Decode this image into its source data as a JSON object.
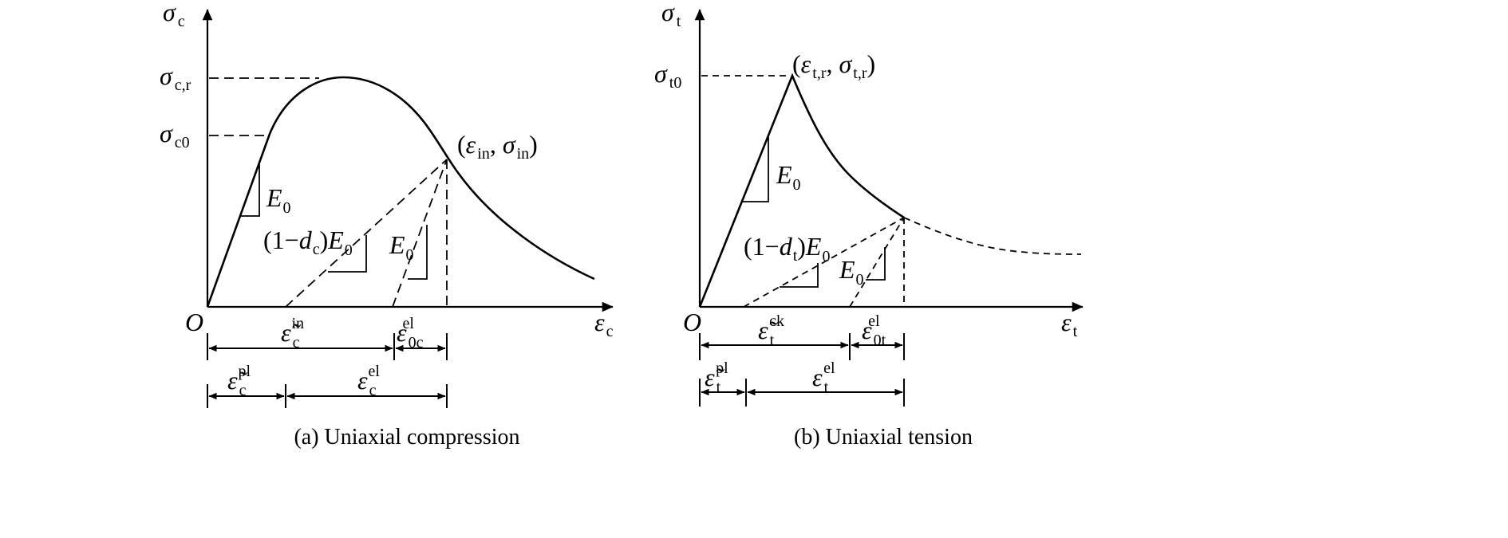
{
  "diagram": {
    "colors": {
      "ink": "#000000",
      "background": "#ffffff"
    },
    "panel_a": {
      "caption": "(a) Uniaxial compression",
      "axes": {
        "y_symbol": "σ",
        "y_sub": "c",
        "x_symbol": "ε",
        "x_sub": "c",
        "origin": "O"
      },
      "levels": [
        {
          "symbol": "σ",
          "sub": "c,r"
        },
        {
          "symbol": "σ",
          "sub": "c0"
        }
      ],
      "point": {
        "open": "(",
        "e": "ε",
        "e_sub": "in",
        "sep": ", ",
        "s": "σ",
        "s_sub": "in",
        "close": ")"
      },
      "slope_e0": {
        "symbol": "E",
        "sub": "0"
      },
      "slope_damaged": {
        "prefix": "(1−",
        "d": "d",
        "d_sub": "c",
        "mid": ")",
        "E": "E",
        "E_sub": "0"
      },
      "slope_unload": {
        "symbol": "E",
        "sub": "0"
      },
      "dims": {
        "row1_left": {
          "symbol": "ε̃",
          "sub": "c",
          "sup": "in"
        },
        "row1_right": {
          "symbol": "ε",
          "sub": "0c",
          "sup": "el"
        },
        "row2_left": {
          "symbol": "ε̃",
          "sub": "c",
          "sup": "pl"
        },
        "row2_right": {
          "symbol": "ε",
          "sub": "c",
          "sup": "el"
        }
      }
    },
    "panel_b": {
      "caption": "(b) Uniaxial tension",
      "axes": {
        "y_symbol": "σ",
        "y_sub": "t",
        "x_symbol": "ε",
        "x_sub": "t",
        "origin": "O"
      },
      "levels": [
        {
          "symbol": "σ",
          "sub": "t0"
        }
      ],
      "point": {
        "open": "(",
        "e": "ε",
        "e_sub": "t,r",
        "sep": ", ",
        "s": "σ",
        "s_sub": "t,r",
        "close": ")"
      },
      "slope_e0": {
        "symbol": "E",
        "sub": "0"
      },
      "slope_damaged": {
        "prefix": "(1−",
        "d": "d",
        "d_sub": "t",
        "mid": ")",
        "E": "E",
        "E_sub": "0"
      },
      "slope_unload": {
        "symbol": "E",
        "sub": "0"
      },
      "dims": {
        "row1_left": {
          "symbol": "ε̃",
          "sub": "t",
          "sup": "ck"
        },
        "row1_right": {
          "symbol": "ε",
          "sub": "0t",
          "sup": "el"
        },
        "row2_left": {
          "symbol": "ε̃",
          "sub": "t",
          "sup": "pl"
        },
        "row2_right": {
          "symbol": "ε",
          "sub": "t",
          "sup": "el"
        }
      }
    }
  }
}
